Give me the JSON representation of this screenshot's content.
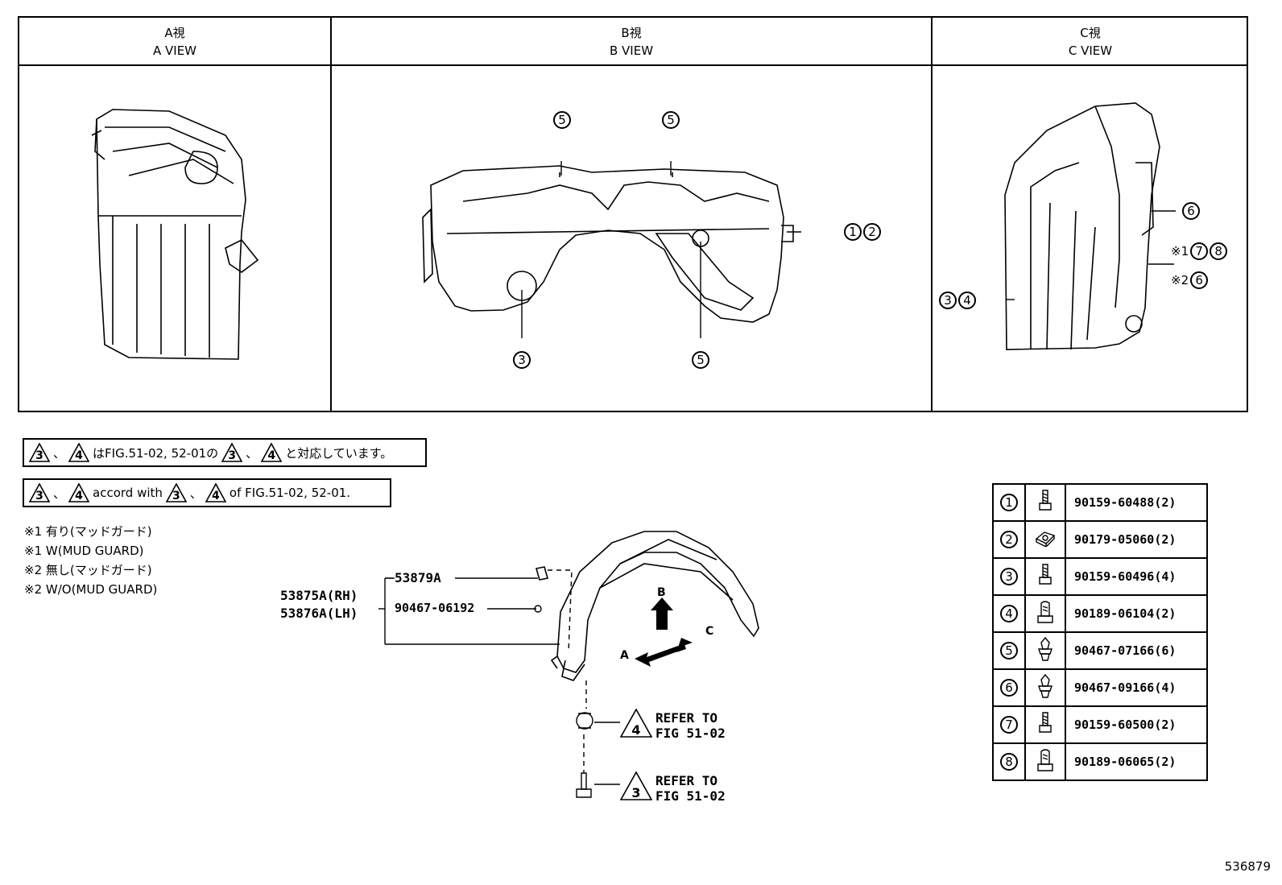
{
  "views": [
    {
      "jp": "A視",
      "en": "A VIEW"
    },
    {
      "jp": "B視",
      "en": "B VIEW"
    },
    {
      "jp": "C視",
      "en": "C VIEW"
    }
  ],
  "b_view_callouts": [
    "5",
    "5",
    "3",
    "5",
    "1",
    "2"
  ],
  "c_view_callouts": {
    "six": "6",
    "star1": "※1",
    "seven": "7",
    "eight": "8",
    "star2": "※2",
    "six_b": "6",
    "three": "3",
    "four": "4"
  },
  "notes": {
    "jp": {
      "tri_a": "3",
      "sep1": "、",
      "tri_b": "4",
      "text1": "はFIG.51-02, 52-01の",
      "tri_c": "3",
      "sep2": "、",
      "tri_d": "4",
      "text2": "と対応しています。"
    },
    "en": {
      "tri_a": "3",
      "sep1": "、",
      "tri_b": "4",
      "text1": "accord with",
      "tri_c": "3",
      "sep2": "、",
      "tri_d": "4",
      "text2": "of FIG.51-02, 52-01."
    }
  },
  "mud_notes": [
    "※1 有り(マッドガード)",
    "※1 W(MUD GUARD)",
    "※2 無し(マッドガード)",
    "※2 W/O(MUD GUARD)"
  ],
  "main": {
    "part_rh": "53875A(RH)",
    "part_lh": "53876A(LH)",
    "part_top": "53879A",
    "part_clip": "90467-06192",
    "arrow_a": "A",
    "arrow_b": "B",
    "arrow_c": "C",
    "refer4": {
      "tri": "4",
      "line1": "REFER TO",
      "line2": "FIG 51-02"
    },
    "refer3": {
      "tri": "3",
      "line1": "REFER TO",
      "line2": "FIG 51-02"
    }
  },
  "parts_table": [
    {
      "no": "1",
      "icon": "bolt-icon",
      "part": "90159-60488(2)"
    },
    {
      "no": "2",
      "icon": "nut-clip-icon",
      "part": "90179-05060(2)"
    },
    {
      "no": "3",
      "icon": "bolt-icon",
      "part": "90159-60496(4)"
    },
    {
      "no": "4",
      "icon": "screw-grommet-icon",
      "part": "90189-06104(2)"
    },
    {
      "no": "5",
      "icon": "push-clip-icon",
      "part": "90467-07166(6)"
    },
    {
      "no": "6",
      "icon": "push-clip-icon",
      "part": "90467-09166(4)"
    },
    {
      "no": "7",
      "icon": "bolt-icon",
      "part": "90159-60500(2)"
    },
    {
      "no": "8",
      "icon": "screw-grommet-icon",
      "part": "90189-06065(2)"
    }
  ],
  "figure_id": "536879"
}
